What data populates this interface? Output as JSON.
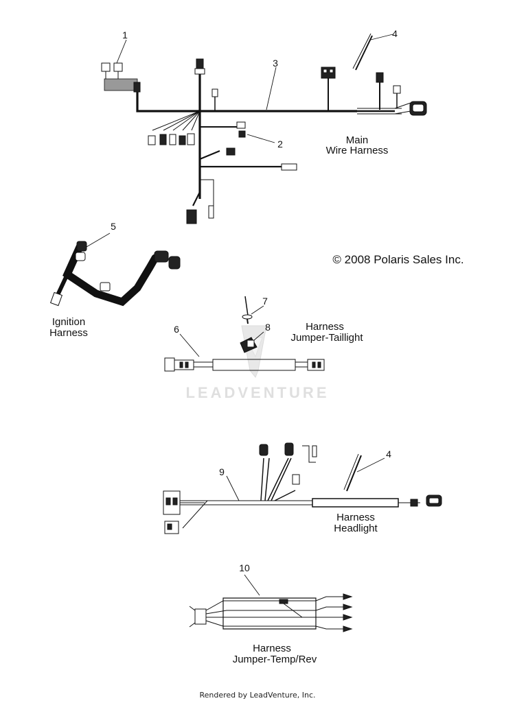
{
  "callouts": {
    "c1": "1",
    "c2": "2",
    "c3": "3",
    "c4": "4",
    "c5": "5",
    "c6": "6",
    "c7": "7",
    "c8": "8",
    "c9": "9",
    "c10": "10"
  },
  "labels": {
    "main_line1": "Main",
    "main_line2": "Wire Harness",
    "ignition_line1": "Ignition",
    "ignition_line2": "Harness",
    "taillight_line1": "Harness",
    "taillight_line2": "Jumper-Taillight",
    "headlight_line1": "Harness",
    "headlight_line2": "Headlight",
    "temprev_line1": "Harness",
    "temprev_line2": "Jumper-Temp/Rev"
  },
  "copyright": "© 2008 Polaris Sales Inc.",
  "watermark": "LEADVENTURE",
  "footer": "Rendered by LeadVenture, Inc."
}
